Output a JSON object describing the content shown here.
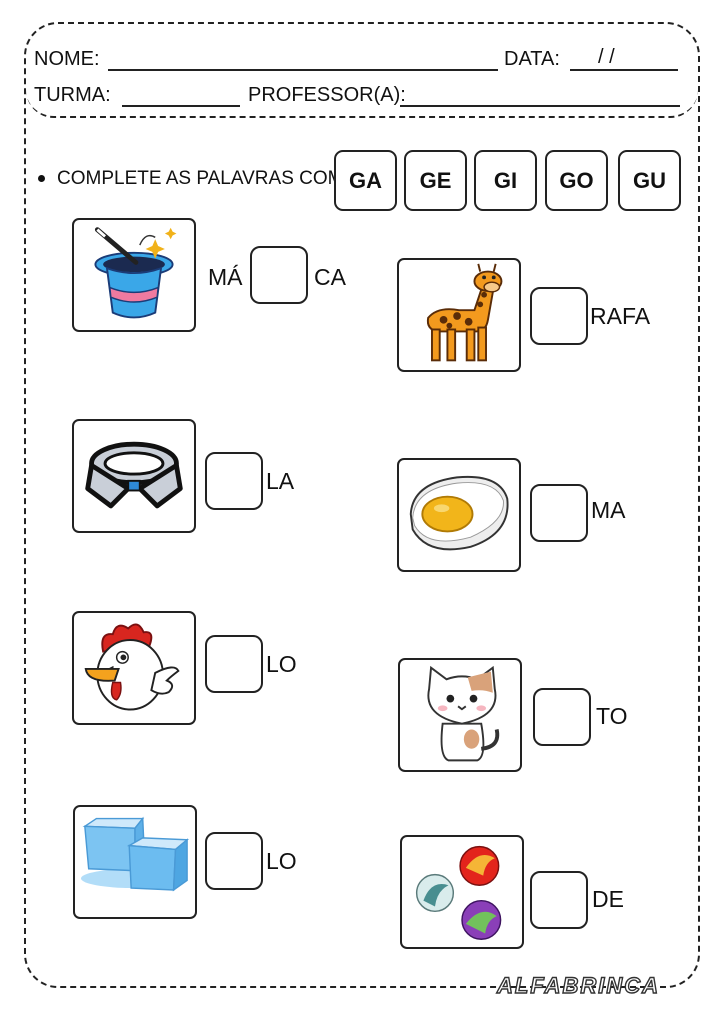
{
  "header": {
    "nome_label": "NOME:",
    "data_label": "DATA:",
    "data_slashes": "/    /",
    "turma_label": "TURMA:",
    "professor_label": "PROFESSOR(A):"
  },
  "instruction": "COMPLETE AS PALAVRAS COM",
  "syllables": [
    "GA",
    "GE",
    "GI",
    "GO",
    "GU"
  ],
  "items": [
    {
      "picture": "magic-hat",
      "before": "MÁ",
      "after": "CA"
    },
    {
      "picture": "giraffe",
      "before": "",
      "after": "RAFA"
    },
    {
      "picture": "shirt-collar",
      "before": "",
      "after": "LA"
    },
    {
      "picture": "boiled-egg",
      "before": "",
      "after": "MA"
    },
    {
      "picture": "rooster",
      "before": "",
      "after": "LO"
    },
    {
      "picture": "cat",
      "before": "",
      "after": "TO"
    },
    {
      "picture": "ice-cubes",
      "before": "",
      "after": "LO"
    },
    {
      "picture": "marbles",
      "before": "",
      "after": "DE"
    }
  ],
  "brand": "ALFABRINCA",
  "colors": {
    "border": "#222222",
    "hat_blue": "#3aa7e8",
    "giraffe_orange": "#f39a1e",
    "egg_yolk": "#f2b51a",
    "rooster_red": "#d8261f",
    "ice_blue": "#7cc4f2"
  }
}
